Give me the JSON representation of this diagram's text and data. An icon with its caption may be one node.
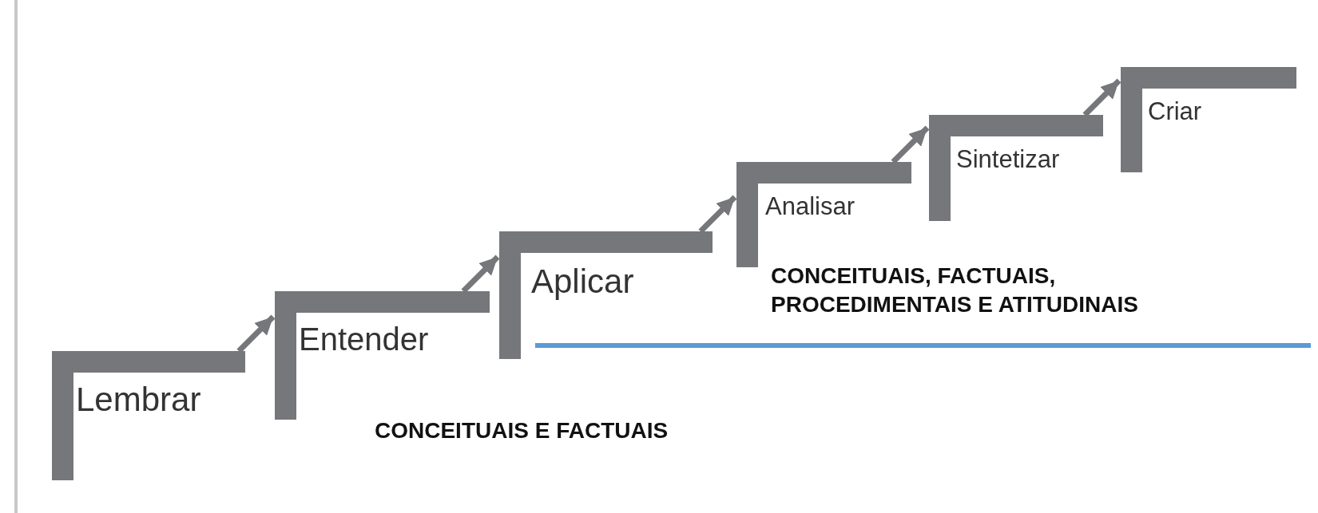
{
  "diagram": {
    "nodes": [
      {
        "text": [
          "Lembrar"
        ]
      },
      {
        "text": [
          "Entender"
        ]
      },
      {
        "text": [
          "Aplicar"
        ]
      },
      {
        "text": [
          "Analisar"
        ]
      },
      {
        "text": [
          "Sintetizar"
        ]
      },
      {
        "text": [
          "Criar"
        ]
      }
    ],
    "edges": [
      {
        "from": 0,
        "to": 1,
        "arrow": "to"
      },
      {
        "from": 1,
        "to": 2,
        "arrow": "to"
      },
      {
        "from": 2,
        "to": 3,
        "arrow": "to"
      },
      {
        "from": 3,
        "to": 4,
        "arrow": "to"
      },
      {
        "from": 4,
        "to": 5,
        "arrow": "to"
      }
    ],
    "labels": [
      "CONCEITUAIS E FACTUAIS",
      "CONCEITUAIS, FACTUAIS, PROCEDIMENTAIS E ATITUDINAIS"
    ]
  }
}
